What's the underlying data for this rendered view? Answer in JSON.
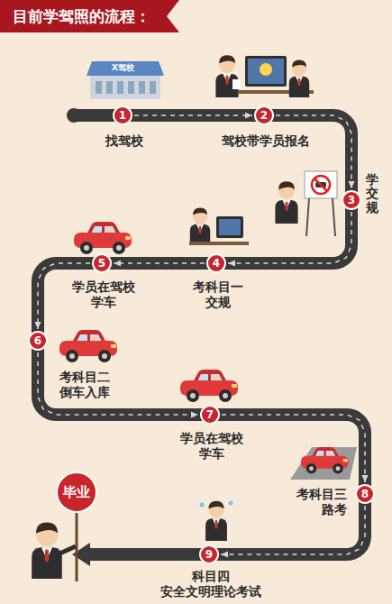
{
  "diagram": {
    "title": "目前学驾照的流程：",
    "nodes": [
      {
        "text": [
          "1",
          "找驾校"
        ]
      },
      {
        "text": [
          "2",
          "驾校带学员报名"
        ]
      },
      {
        "text": [
          "3",
          "学交规"
        ]
      },
      {
        "text": [
          "4",
          "考科目一 交规"
        ]
      },
      {
        "text": [
          "5",
          "学员在驾校 学车"
        ]
      },
      {
        "text": [
          "6",
          "考科目二 倒车入库"
        ]
      },
      {
        "text": [
          "7",
          "学员在驾校 学车"
        ]
      },
      {
        "text": [
          "8",
          "考科目三 路考"
        ]
      },
      {
        "text": [
          "9",
          "科目四 安全文明理论考试"
        ]
      },
      {
        "text": [
          "毕业"
        ]
      }
    ],
    "edges": [
      {
        "from": 0,
        "to": 1,
        "arrow": "to"
      },
      {
        "from": 1,
        "to": 2,
        "arrow": "to"
      },
      {
        "from": 2,
        "to": 3,
        "arrow": "to"
      },
      {
        "from": 3,
        "to": 4,
        "arrow": "to"
      },
      {
        "from": 4,
        "to": 5,
        "arrow": "to"
      },
      {
        "from": 5,
        "to": 6,
        "arrow": "to"
      },
      {
        "from": 6,
        "to": 7,
        "arrow": "to"
      },
      {
        "from": 7,
        "to": 8,
        "arrow": "to"
      }
    ],
    "labels": [
      "X驾校"
    ]
  }
}
